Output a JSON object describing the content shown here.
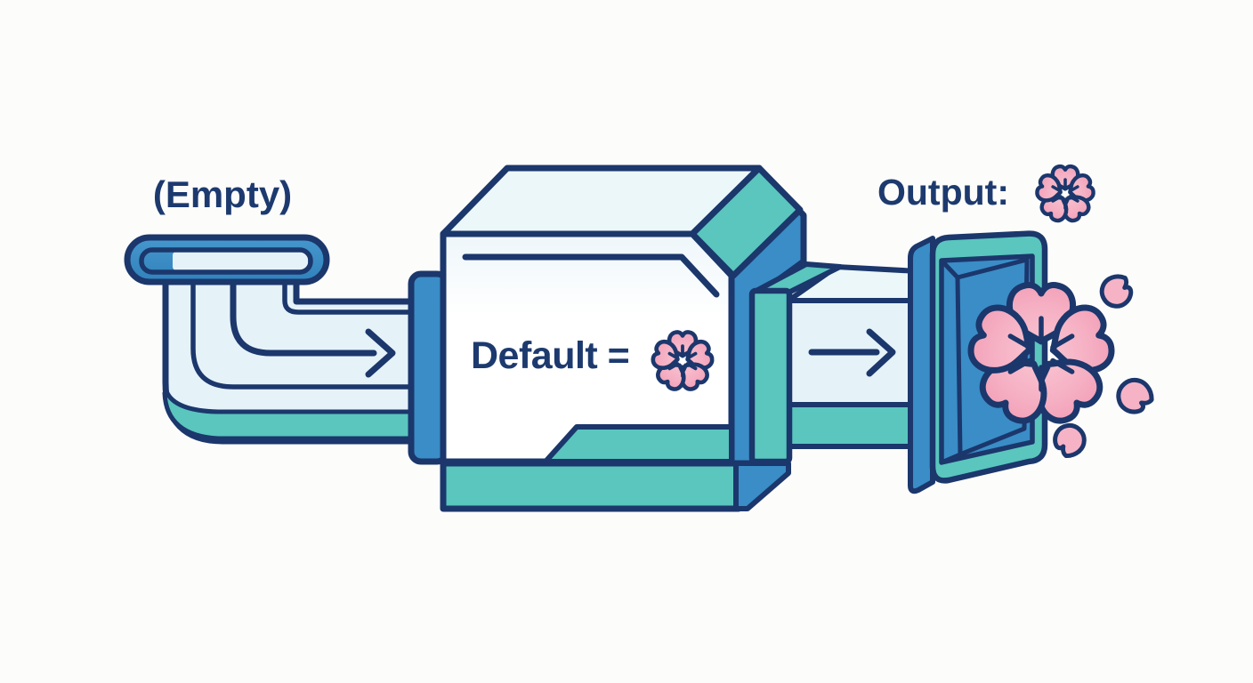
{
  "scene": {
    "labels": {
      "empty": "(Empty)",
      "default_prefix": "Default =",
      "output_prefix": "Output:"
    },
    "icons": {
      "input_slot": "mail-slot-chute-icon",
      "input_flow": "curved-right-arrow-icon",
      "duct_flow": "right-arrow-icon",
      "default_value": "sakura-flower-icon",
      "output_value": "sakura-flower-icon",
      "output_result": "sakura-flower-icon",
      "scattered": "sakura-petal-icon"
    },
    "colors": {
      "navy": "#1b376c",
      "blue": "#3a8dc7",
      "teal": "#5ac6be",
      "pale": "#e5f2f8",
      "pale_top": "#ecf7f9",
      "pink": "#f4a8bc",
      "pink_light": "#f6b3c6",
      "background": "#fcfcfa",
      "text_navy": "#1d3a6f"
    }
  }
}
